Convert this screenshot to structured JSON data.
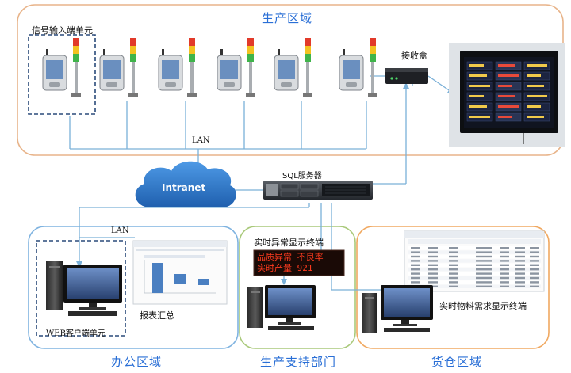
{
  "zones": {
    "production": "生产区域",
    "office": "办公区域",
    "support": "生产支持部门",
    "warehouse": "货仓区域"
  },
  "labels": {
    "signal_unit": "信号输入端单元",
    "receiver": "接收盒",
    "lan_top": "LAN",
    "lan_office": "LAN",
    "intranet": "Intranet",
    "sql_server": "SQL服务器",
    "realtime_abnormal": "实时异常显示终端",
    "report_summary": "报表汇总",
    "web_client_unit": "WEB客户端单元",
    "material_terminal": "实时物料需求显示终端"
  },
  "led_ticker": {
    "line1": "品质异常  不良率",
    "line2": "实时产量  921"
  },
  "colors": {
    "zone_title": "#2a6fd6",
    "production_border": "#e8b48a",
    "office_border": "#7fb3e0",
    "support_border": "#a9c97a",
    "warehouse_border": "#f0a860",
    "line": "#7ab0d8",
    "cloud": "#2f7fd0",
    "signal_box": "#2a4a7a"
  }
}
